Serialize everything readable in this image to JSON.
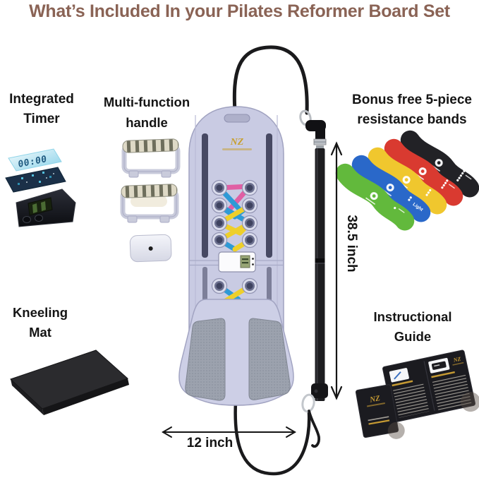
{
  "title": "What’s Included In your Pilates Reformer Board Set",
  "labels": {
    "timer": {
      "line1": "Integrated",
      "line2": "Timer"
    },
    "handle": {
      "line1": "Multi-function",
      "line2": "handle"
    },
    "bands": {
      "line1": "Bonus free 5-piece",
      "line2": "resistance bands"
    },
    "mat": {
      "line1": "Kneeling",
      "line2": "Mat"
    },
    "guide": {
      "line1": "Instructional",
      "line2": "Guide"
    }
  },
  "measurements": {
    "board_length": "38.5 inch",
    "board_width": "12 inch"
  },
  "timer_display": "00:00",
  "brand_logo": "NZ",
  "bands": {
    "items": [
      {
        "name": "green",
        "color": "#62b93c",
        "level": ""
      },
      {
        "name": "blue",
        "color": "#2a68c9",
        "level": "Light"
      },
      {
        "name": "yellow",
        "color": "#f0c72e",
        "level": ""
      },
      {
        "name": "red",
        "color": "#d93a30",
        "level": ""
      },
      {
        "name": "black",
        "color": "#222226",
        "level": ""
      }
    ]
  },
  "colors": {
    "title": "#8a6355",
    "board": "#c9cbe3",
    "accent_gold": "#c79f2e",
    "strap_pink": "#e05fa4",
    "strap_blue": "#2e9ad6",
    "strap_yellow": "#eecf2b"
  }
}
